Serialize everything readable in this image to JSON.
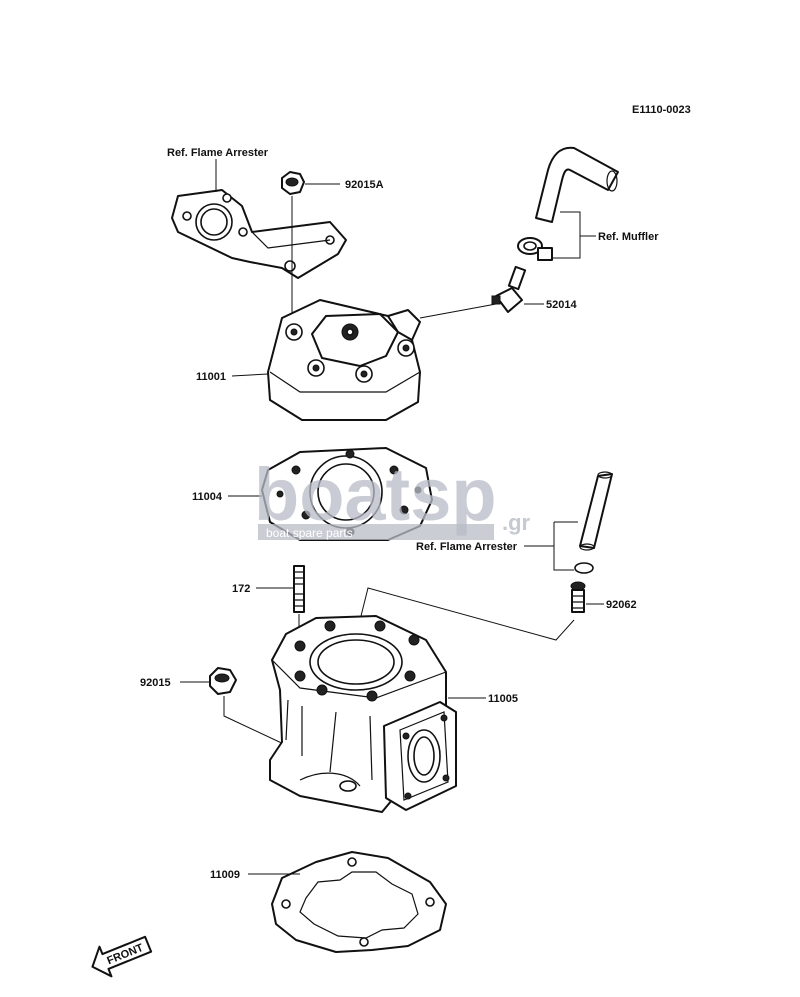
{
  "diagram_code": "E1110-0023",
  "labels": {
    "ref_flame_arrester_top": "Ref. Flame Arrester",
    "ref_muffler": "Ref. Muffler",
    "ref_flame_arrester_mid": "Ref. Flame Arrester",
    "p92015A": "92015A",
    "p52014": "52014",
    "p11001": "11001",
    "p11004": "11004",
    "p172": "172",
    "p92062": "92062",
    "p92015": "92015",
    "p11005": "11005",
    "p11009": "11009"
  },
  "watermark": {
    "main": "boatsp",
    "suffix": ".gr",
    "tagline": "boat spare parts"
  },
  "front_arrow": "FRONT",
  "colors": {
    "line": "#111111",
    "watermark": "#b8bcc6",
    "background": "#ffffff"
  }
}
